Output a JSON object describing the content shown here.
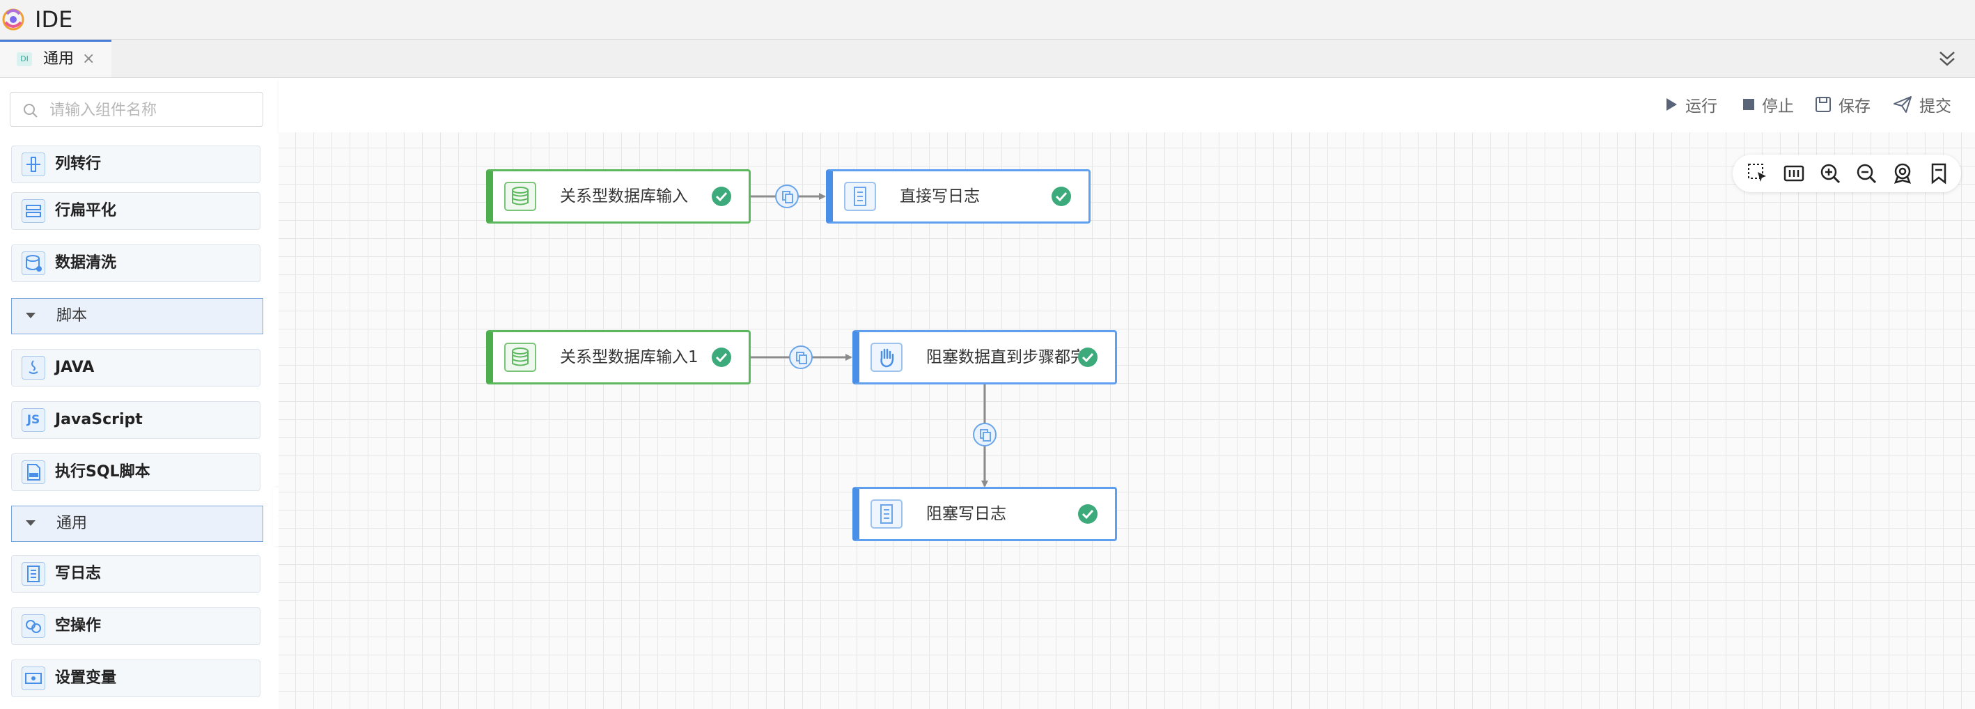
{
  "app": {
    "title": "IDE"
  },
  "tabs": [
    {
      "badge": "DI",
      "label": "通用",
      "close": "×"
    }
  ],
  "sidebar": {
    "search_placeholder": "请输入组件名称",
    "items": [
      {
        "type": "item",
        "label": "列转行",
        "icon": "column-to-row-icon"
      },
      {
        "type": "item",
        "label": "行扁平化",
        "icon": "row-flatten-icon"
      },
      {
        "type": "item",
        "label": "数据清洗",
        "icon": "data-clean-icon"
      },
      {
        "type": "group",
        "label": "脚本"
      },
      {
        "type": "item",
        "label": "JAVA",
        "icon": "java-icon"
      },
      {
        "type": "item",
        "label": "JavaScript",
        "icon": "js-icon",
        "icon_text": "JS"
      },
      {
        "type": "item",
        "label": "执行SQL脚本",
        "icon": "sql-script-icon"
      },
      {
        "type": "group",
        "label": "通用"
      },
      {
        "type": "item",
        "label": "写日志",
        "icon": "log-icon"
      },
      {
        "type": "item",
        "label": "空操作",
        "icon": "noop-icon"
      },
      {
        "type": "item",
        "label": "设置变量",
        "icon": "set-variable-icon"
      }
    ]
  },
  "toolbar": {
    "run": "运行",
    "stop": "停止",
    "save": "保存",
    "submit": "提交"
  },
  "canvas": {
    "nodes": [
      {
        "label": "关系型数据库输入",
        "kind": "database-input",
        "status": "success"
      },
      {
        "label": "直接写日志",
        "kind": "write-log",
        "status": "success"
      },
      {
        "label": "关系型数据库输入1",
        "kind": "database-input",
        "status": "success"
      },
      {
        "label": "阻塞数据直到步骤都完成",
        "kind": "block-until-done",
        "status": "success"
      },
      {
        "label": "阻塞写日志",
        "kind": "write-log",
        "status": "success"
      }
    ]
  },
  "colors": {
    "accent": "#4a8fe7",
    "input_node": "#5cb85c",
    "success": "#3daa7b",
    "edge": "#8c8c8c"
  }
}
